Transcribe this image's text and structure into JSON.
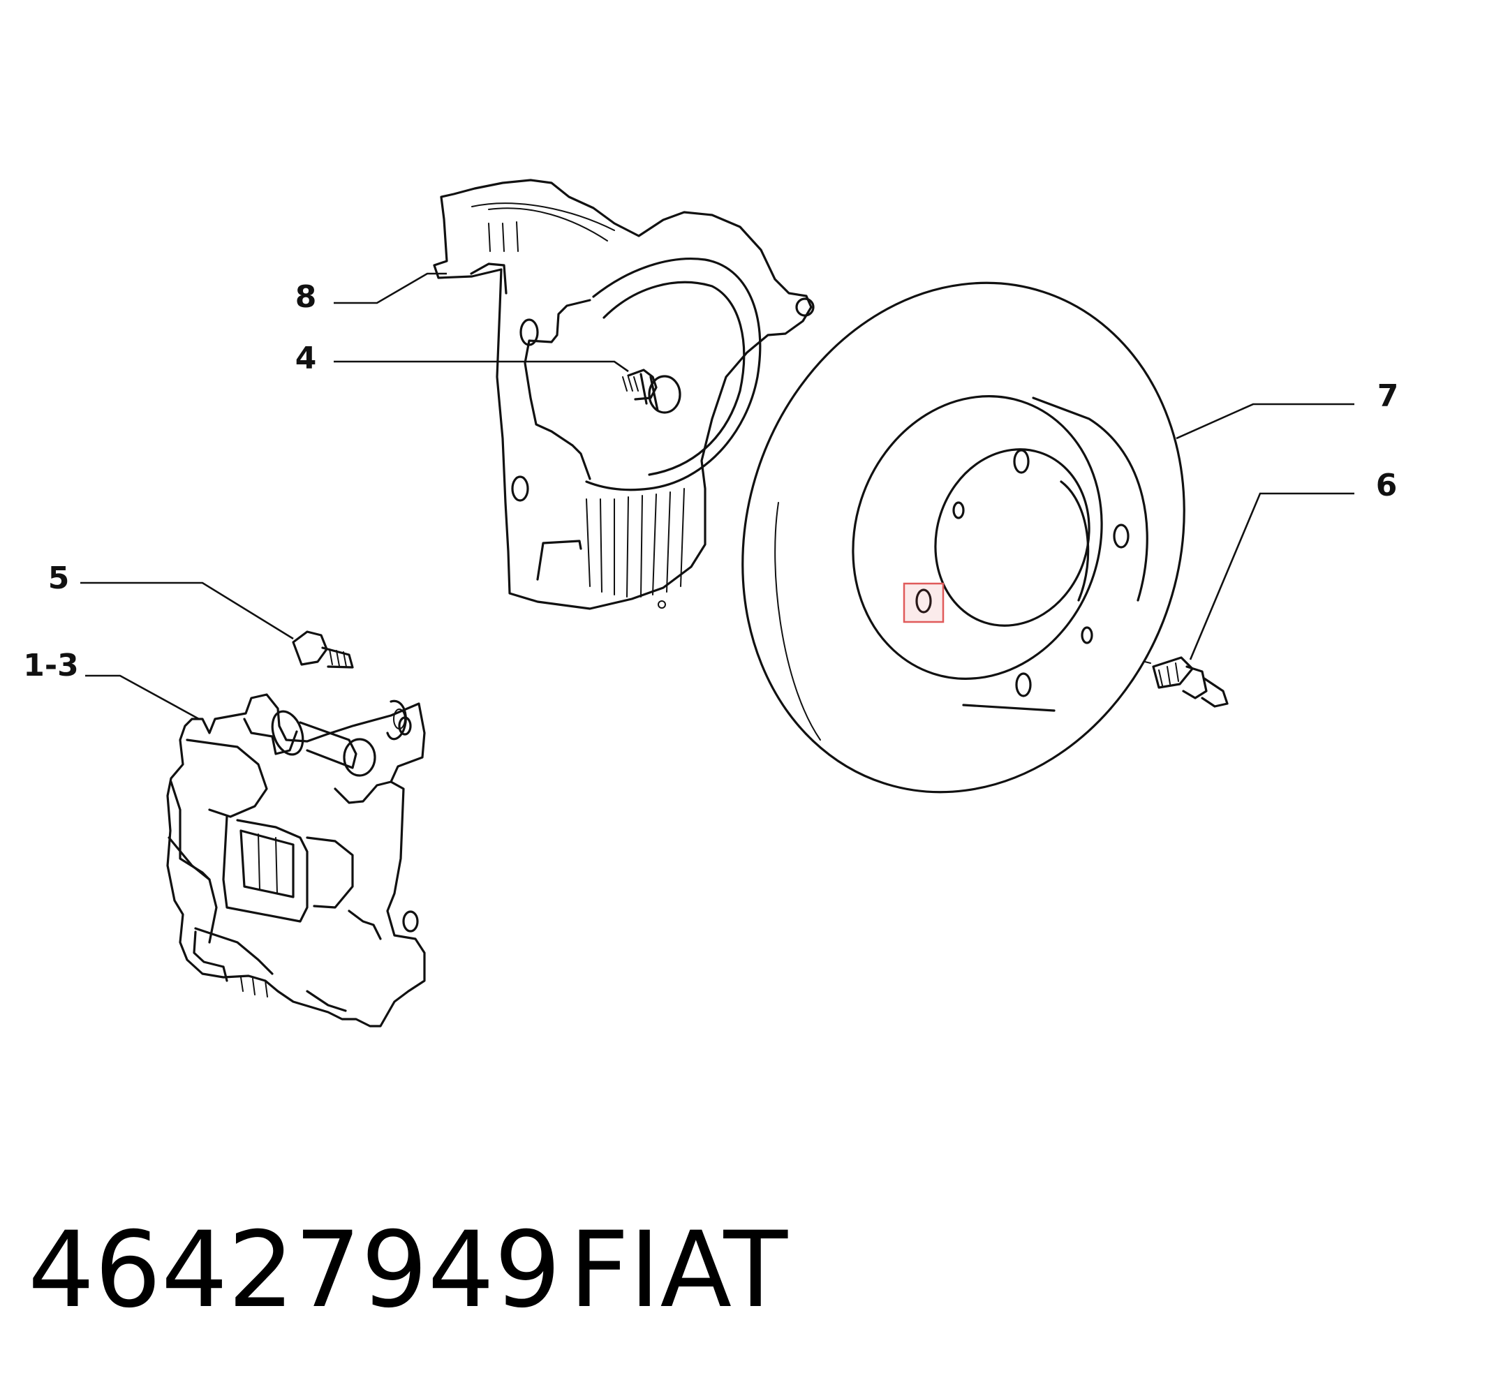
{
  "callouts": {
    "c8": "8",
    "c4": "4",
    "c7": "7",
    "c6": "6",
    "c5": "5",
    "c13": "1-3"
  },
  "footer": {
    "part_number": "46427949",
    "brand": "FIAT"
  },
  "highlight": {
    "color": "#e05a5a",
    "target": "brake-disc-bolt-hole"
  }
}
